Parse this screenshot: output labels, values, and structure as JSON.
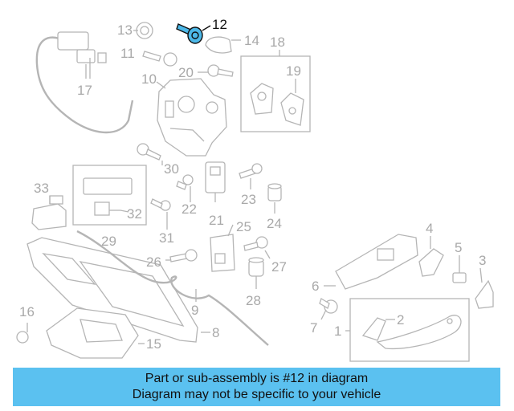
{
  "diagram": {
    "highlighted_part": "12",
    "labels": [
      "1",
      "2",
      "3",
      "4",
      "5",
      "6",
      "7",
      "8",
      "9",
      "10",
      "11",
      "12",
      "13",
      "14",
      "15",
      "16",
      "17",
      "18",
      "19",
      "20",
      "21",
      "22",
      "23",
      "24",
      "25",
      "26",
      "27",
      "28",
      "29",
      "30",
      "31",
      "32",
      "33"
    ]
  },
  "banner": {
    "line1": "Part or sub-assembly is #12 in diagram",
    "line2": "Diagram may not be specific to your vehicle"
  },
  "colors": {
    "highlight": "#4cb8e8",
    "banner": "#5bc1f0",
    "line_art": "#b5b5b5",
    "label_text": "#a9a9a9"
  }
}
